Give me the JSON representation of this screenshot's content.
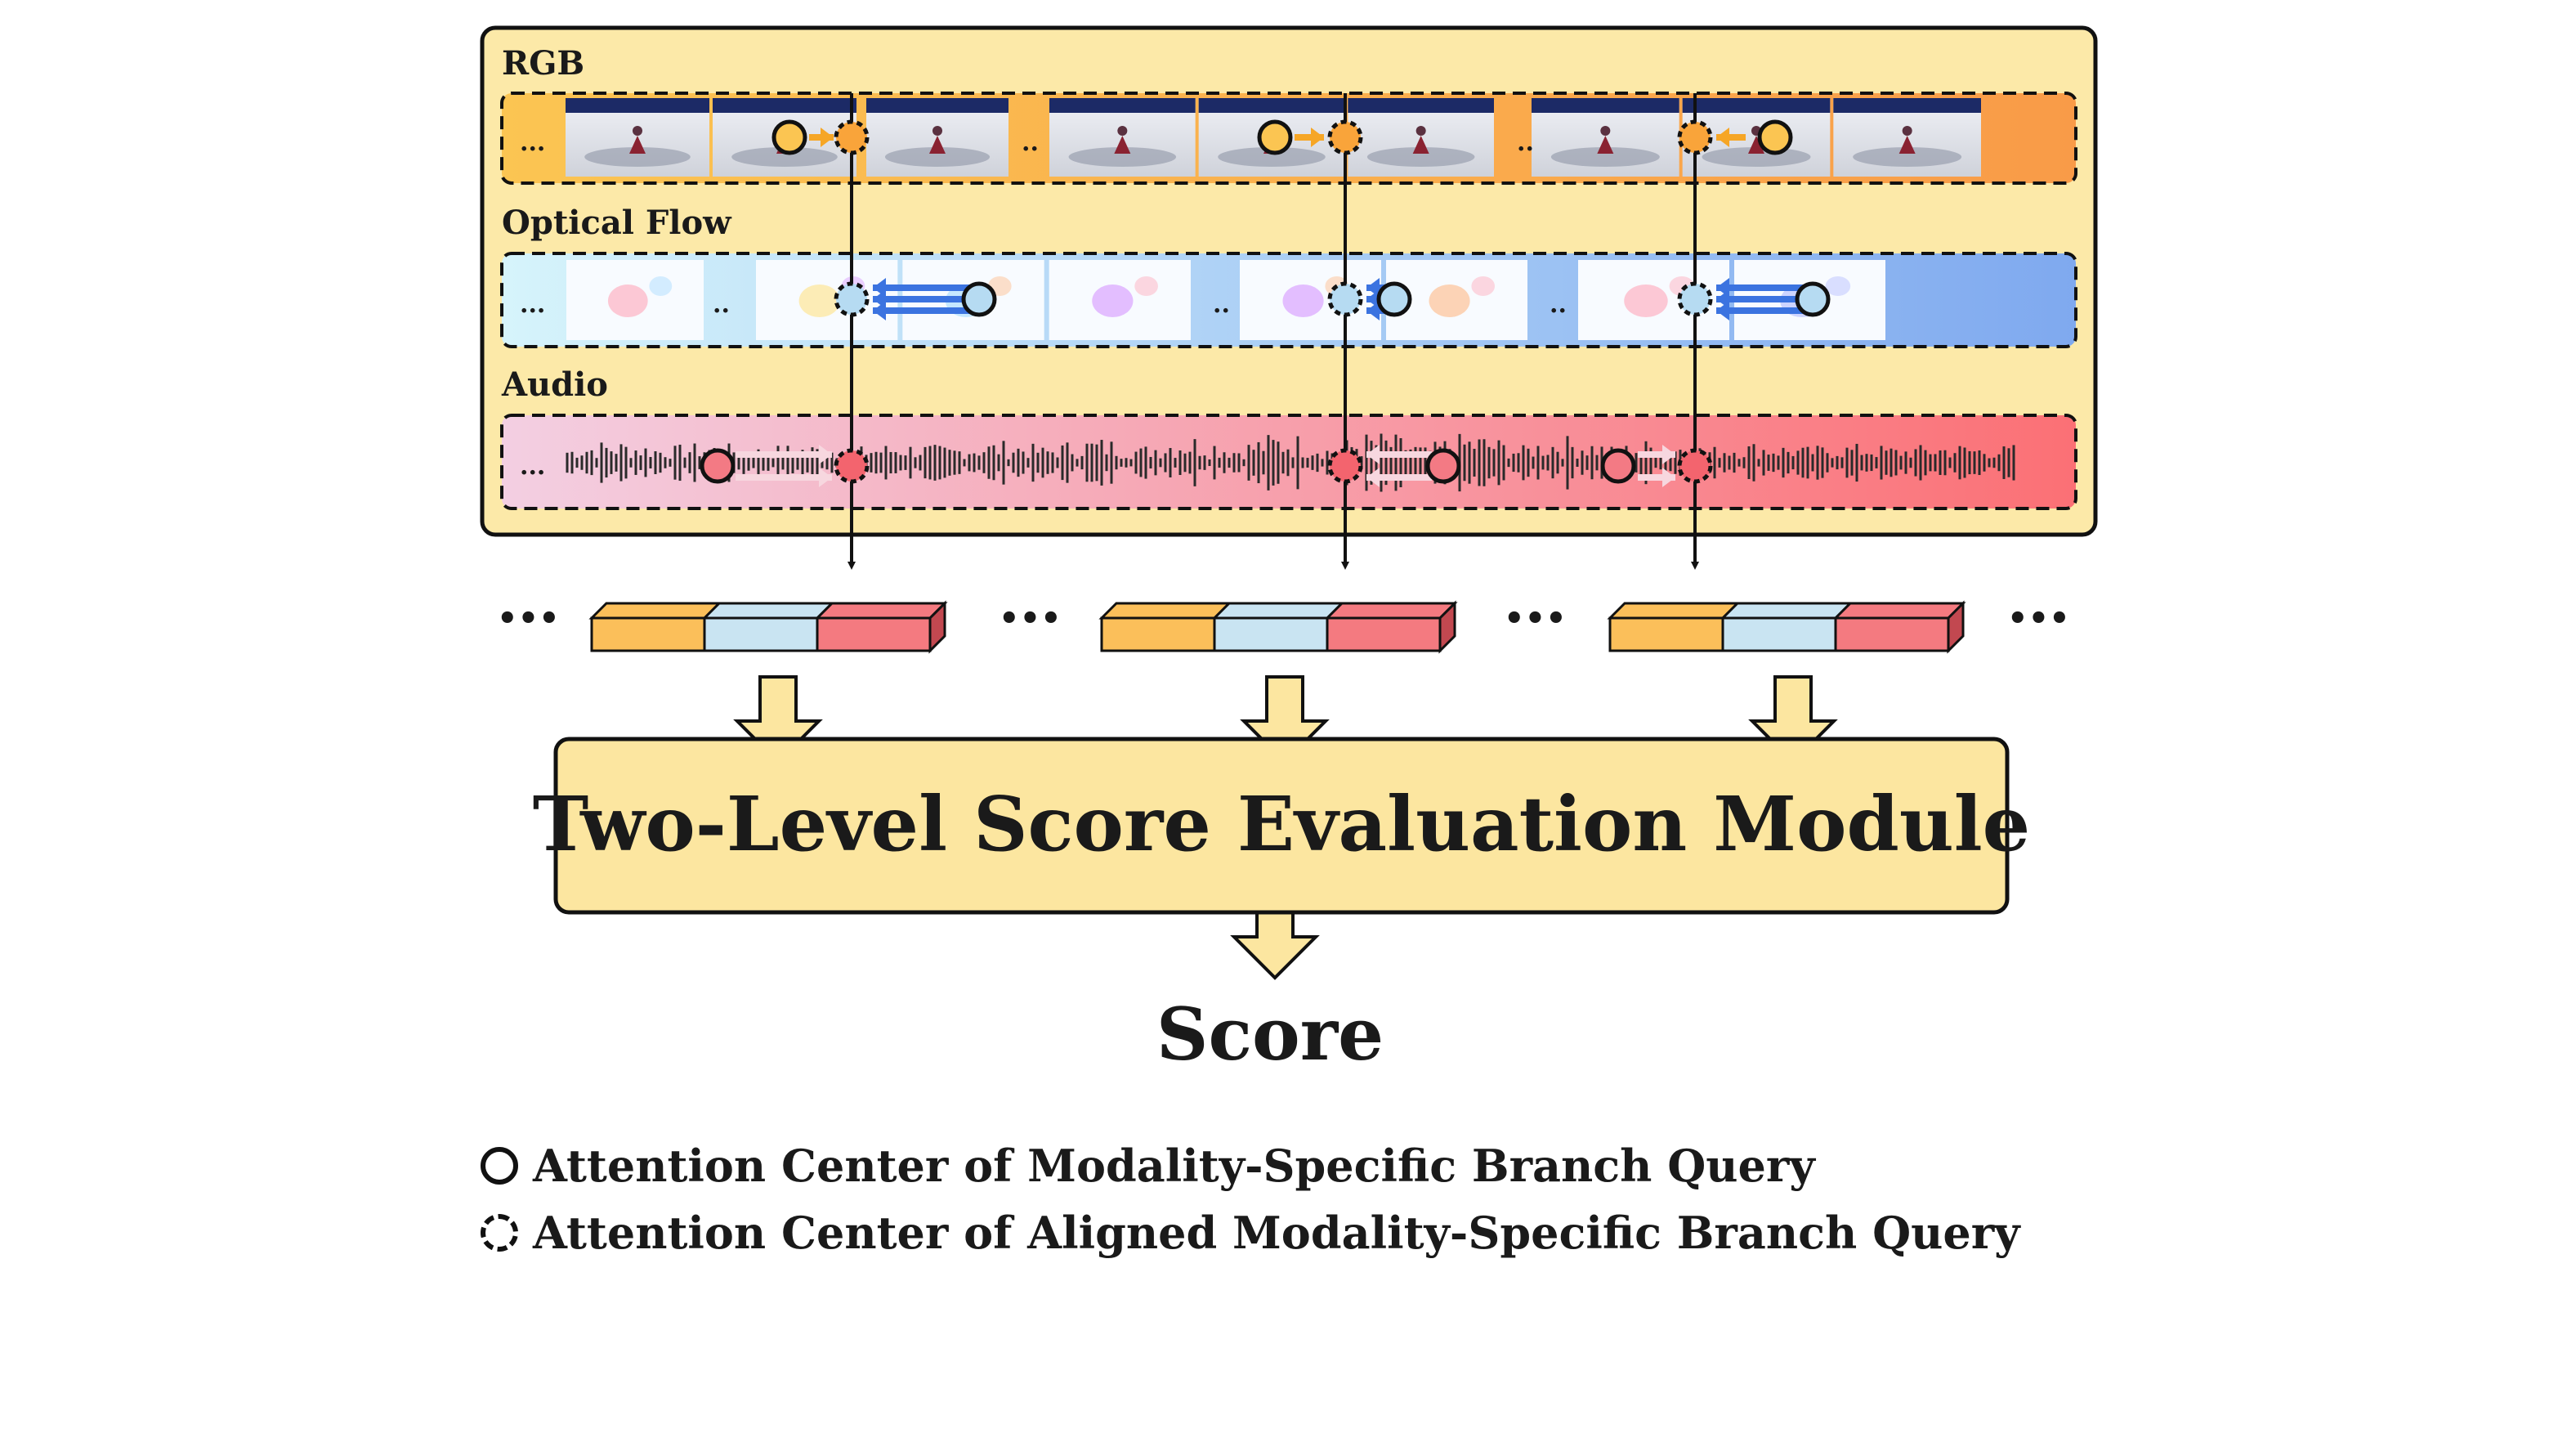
{
  "modalities": {
    "rgb_label": "RGB",
    "flow_label": "Optical Flow",
    "audio_label": "Audio"
  },
  "ellipsis_small": "...",
  "ellipsis_short": "..",
  "ellipsis_big": "•••",
  "module": {
    "title": "Two-Level Score Evaluation Module"
  },
  "output": {
    "label": "Score"
  },
  "legend": {
    "solid": "Attention Center of Modality-Specific Branch Query",
    "dashed": "Attention Center of Aligned Modality-Specific Branch Query"
  },
  "colors": {
    "panel_bg": "#fce9a8",
    "rgb": "#fbbf5a",
    "flow": "#c9e4f2",
    "audio": "#f47a80",
    "module_bg": "#fce6a0"
  },
  "icons": {
    "solid_circle": "solid-circle-icon",
    "dashed_circle": "dashed-circle-icon",
    "arrow": "arrow-icon"
  }
}
